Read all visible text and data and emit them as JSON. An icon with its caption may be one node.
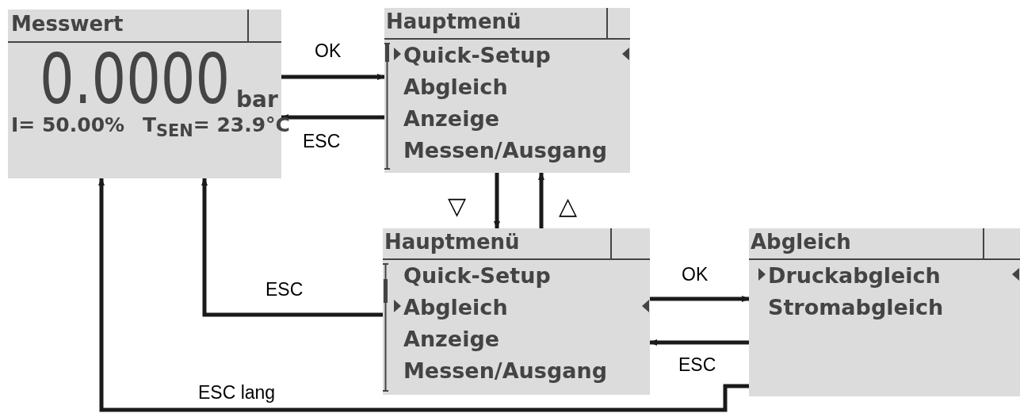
{
  "diagram": {
    "nodes": [
      {
        "text": [
          "Messwert",
          "0.0000",
          "bar",
          "I= 50.00%",
          "T$_{SEN}$= 23.9°C"
        ]
      },
      {
        "text": [
          "Hauptmenü",
          "Quick-Setup",
          "Abgleich",
          "Anzeige",
          "Messen/Ausgang"
        ]
      },
      {
        "text": [
          "Hauptmenü",
          "Quick-Setup",
          "Abgleich",
          "Anzeige",
          "Messen/Ausgang"
        ]
      },
      {
        "text": [
          "Abgleich",
          "Druckabgleich",
          "Stromabgleich"
        ]
      }
    ],
    "edges": [
      {
        "from": 0,
        "to": 1,
        "arrow": "to",
        "label": "OK"
      },
      {
        "from": 1,
        "to": 0,
        "arrow": "to",
        "label": "ESC"
      },
      {
        "from": 1,
        "to": 2,
        "arrow": "to",
        "label": "▽"
      },
      {
        "from": 2,
        "to": 1,
        "arrow": "to",
        "label": "△"
      },
      {
        "from": 2,
        "to": 0,
        "arrow": "to",
        "label": "ESC"
      },
      {
        "from": 2,
        "to": 3,
        "arrow": "to",
        "label": "OK"
      },
      {
        "from": 3,
        "to": 2,
        "arrow": "to",
        "label": "ESC"
      },
      {
        "from": 3,
        "to": 0,
        "arrow": "to",
        "label": "ESC lang"
      }
    ]
  }
}
